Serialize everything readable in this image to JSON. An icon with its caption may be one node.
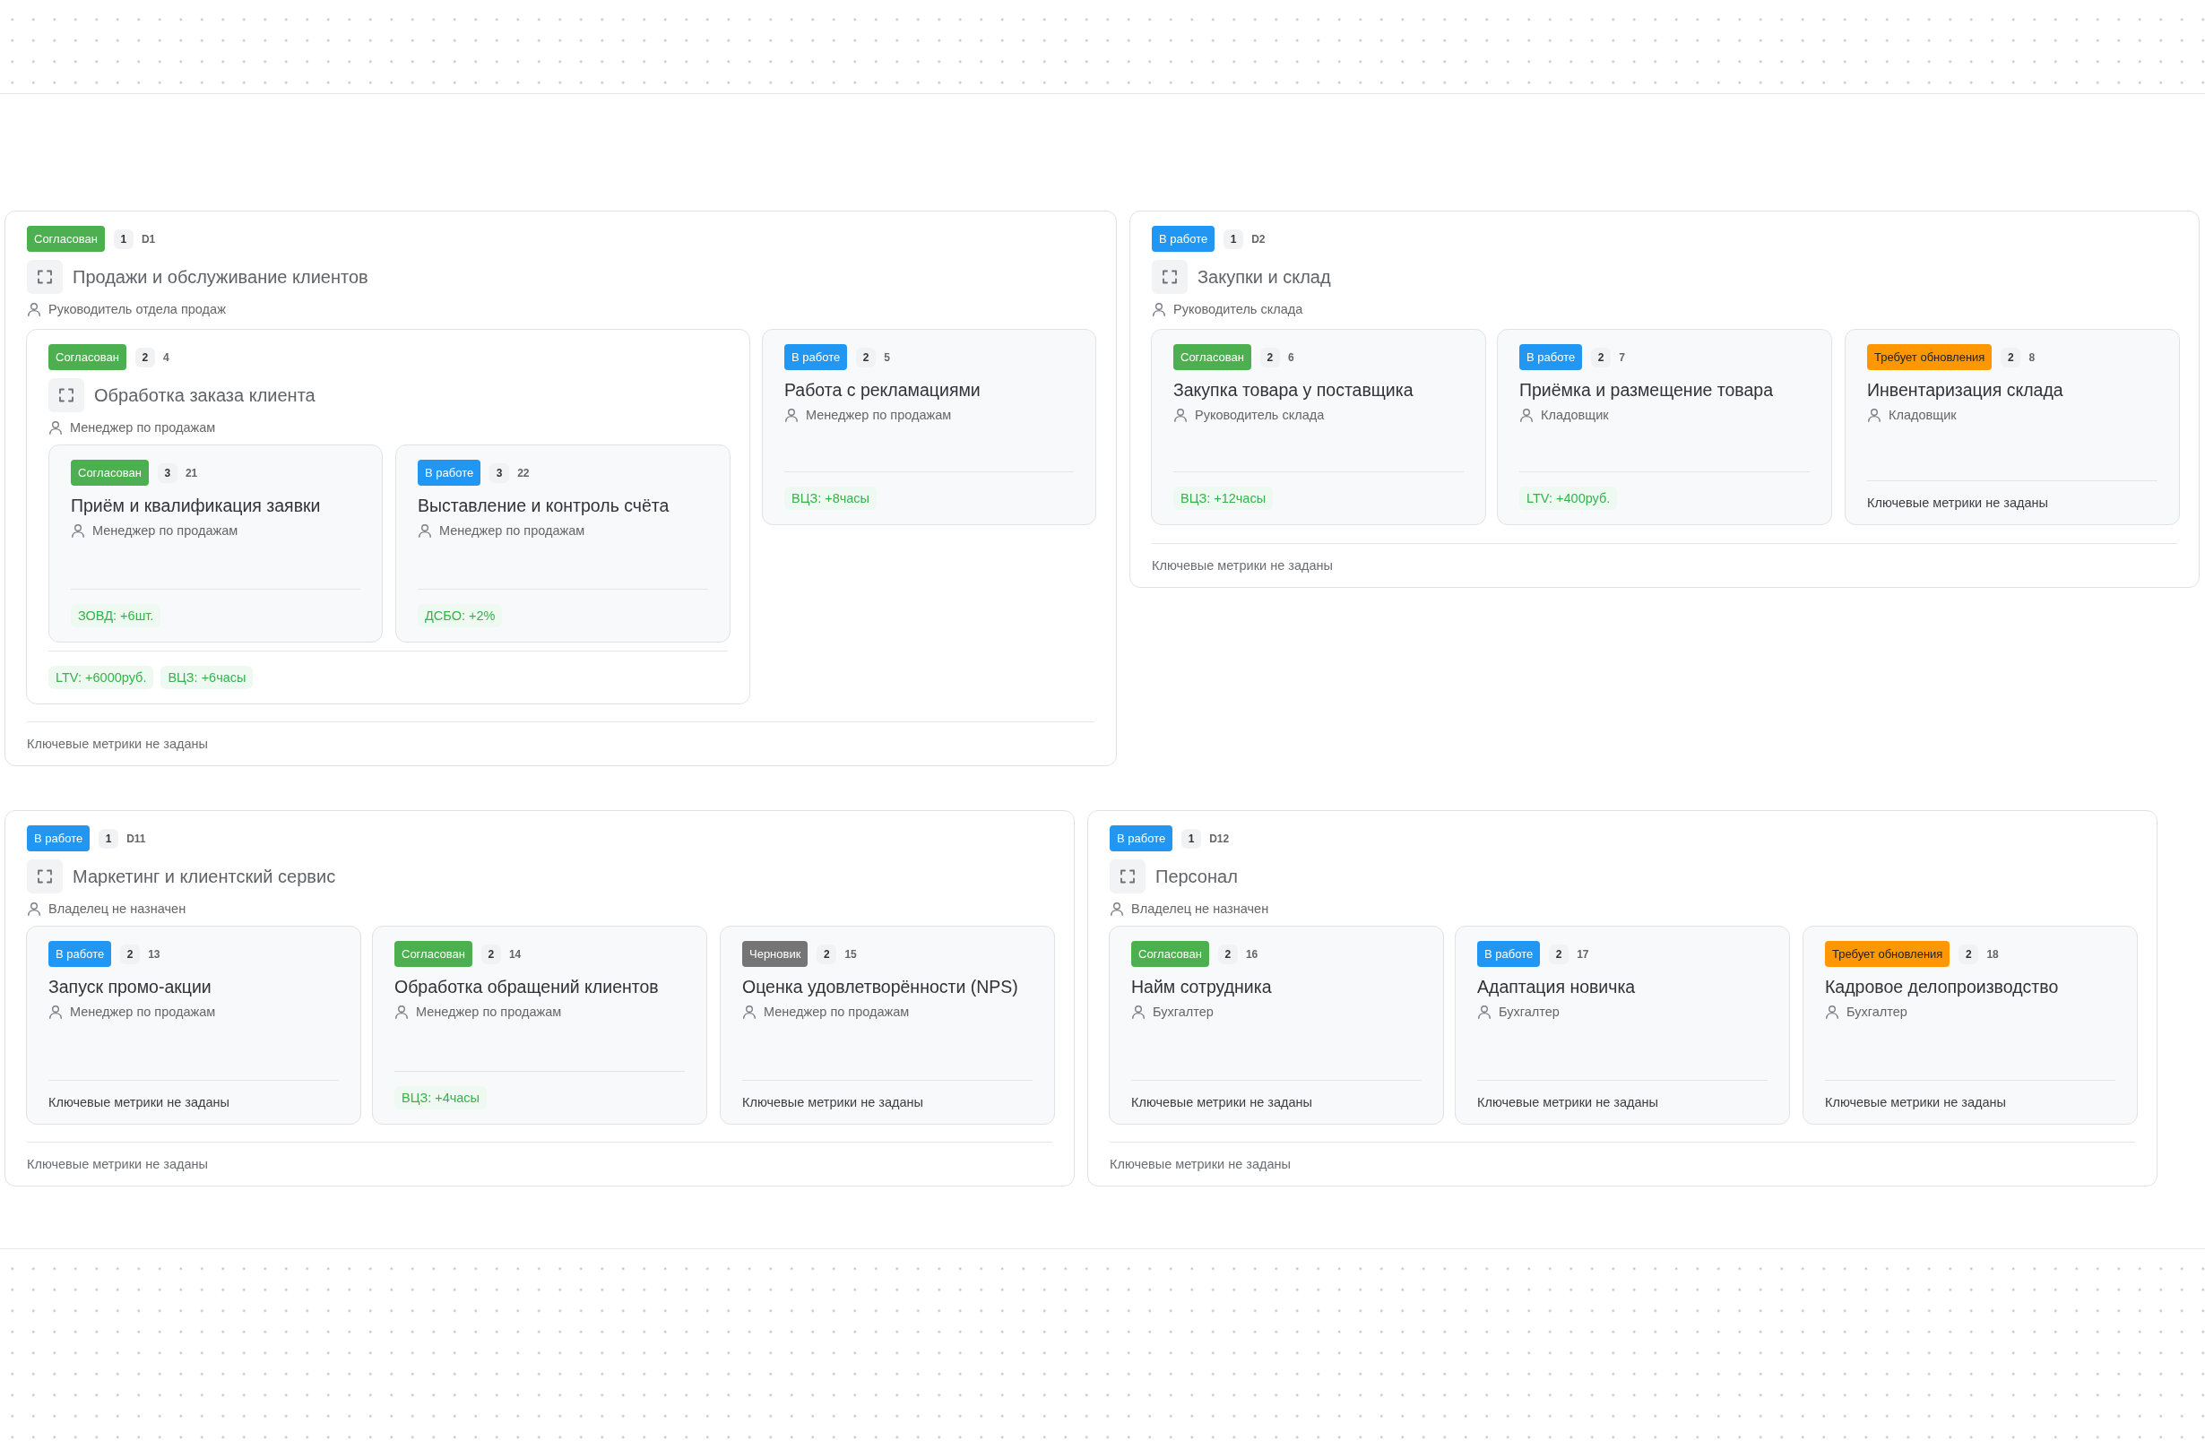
{
  "diagram": {
    "nodes": [
      {
        "text": [
          "Согласован",
          "1",
          "D1",
          "Продажи и обслуживание клиентов",
          "Руководитель отдела продаж",
          "Ключевые метрики не заданы"
        ]
      },
      {
        "text": [
          "Согласован",
          "2",
          "4",
          "Обработка заказа клиента",
          "Менеджер по продажам",
          "LTV: +6000руб.",
          "ВЦЗ: +6часы"
        ],
        "in": 0
      },
      {
        "text": [
          "Согласован",
          "3",
          "21",
          "Приём и квалификация заявки",
          "Менеджер по продажам",
          "ЗОВД: +6шт."
        ],
        "in": 1
      },
      {
        "text": [
          "В работе",
          "3",
          "22",
          "Выставление и контроль счёта",
          "Менеджер по продажам",
          "ДСБО: +2%"
        ],
        "in": 1
      },
      {
        "text": [
          "В работе",
          "2",
          "5",
          "Работа с рекламациями",
          "Менеджер по продажам",
          "ВЦЗ: +8часы"
        ],
        "in": 0
      },
      {
        "text": [
          "В работе",
          "1",
          "D2",
          "Закупки и склад",
          "Руководитель склада",
          "Ключевые метрики не заданы"
        ]
      },
      {
        "text": [
          "Согласован",
          "2",
          "6",
          "Закупка товара у поставщика",
          "Руководитель склада",
          "ВЦЗ: +12часы"
        ],
        "in": 5
      },
      {
        "text": [
          "В работе",
          "2",
          "7",
          "Приёмка и размещение товара",
          "Кладовщик",
          "LTV: +400руб."
        ],
        "in": 5
      },
      {
        "text": [
          "Требует обновления",
          "2",
          "8",
          "Инвентаризация склада",
          "Кладовщик",
          "Ключевые метрики не заданы"
        ],
        "in": 5
      },
      {
        "text": [
          "В работе",
          "1",
          "D11",
          "Маркетинг и клиентский сервис",
          "Владелец не назначен",
          "Ключевые метрики не заданы"
        ]
      },
      {
        "text": [
          "В работе",
          "2",
          "13",
          "Запуск промо-акции",
          "Менеджер по продажам",
          "Ключевые метрики не заданы"
        ],
        "in": 9
      },
      {
        "text": [
          "Согласован",
          "2",
          "14",
          "Обработка обращений клиентов",
          "Менеджер по продажам",
          "ВЦЗ: +4часы"
        ],
        "in": 9
      },
      {
        "text": [
          "Черновик",
          "2",
          "15",
          "Оценка удовлетворённости (NPS)",
          "Менеджер по продажам",
          "Ключевые метрики не заданы"
        ],
        "in": 9
      },
      {
        "text": [
          "В работе",
          "1",
          "D12",
          "Персонал",
          "Владелец не назначен",
          "Ключевые метрики не заданы"
        ]
      },
      {
        "text": [
          "Согласован",
          "2",
          "16",
          "Найм сотрудника",
          "Бухгалтер",
          "Ключевые метрики не заданы"
        ],
        "in": 13
      },
      {
        "text": [
          "В работе",
          "2",
          "17",
          "Адаптация новичка",
          "Бухгалтер",
          "Ключевые метрики не заданы"
        ],
        "in": 13
      },
      {
        "text": [
          "Требует обновления",
          "2",
          "18",
          "Кадровое делопроизводство",
          "Бухгалтер",
          "Ключевые метрики не заданы"
        ],
        "in": 13
      }
    ]
  }
}
